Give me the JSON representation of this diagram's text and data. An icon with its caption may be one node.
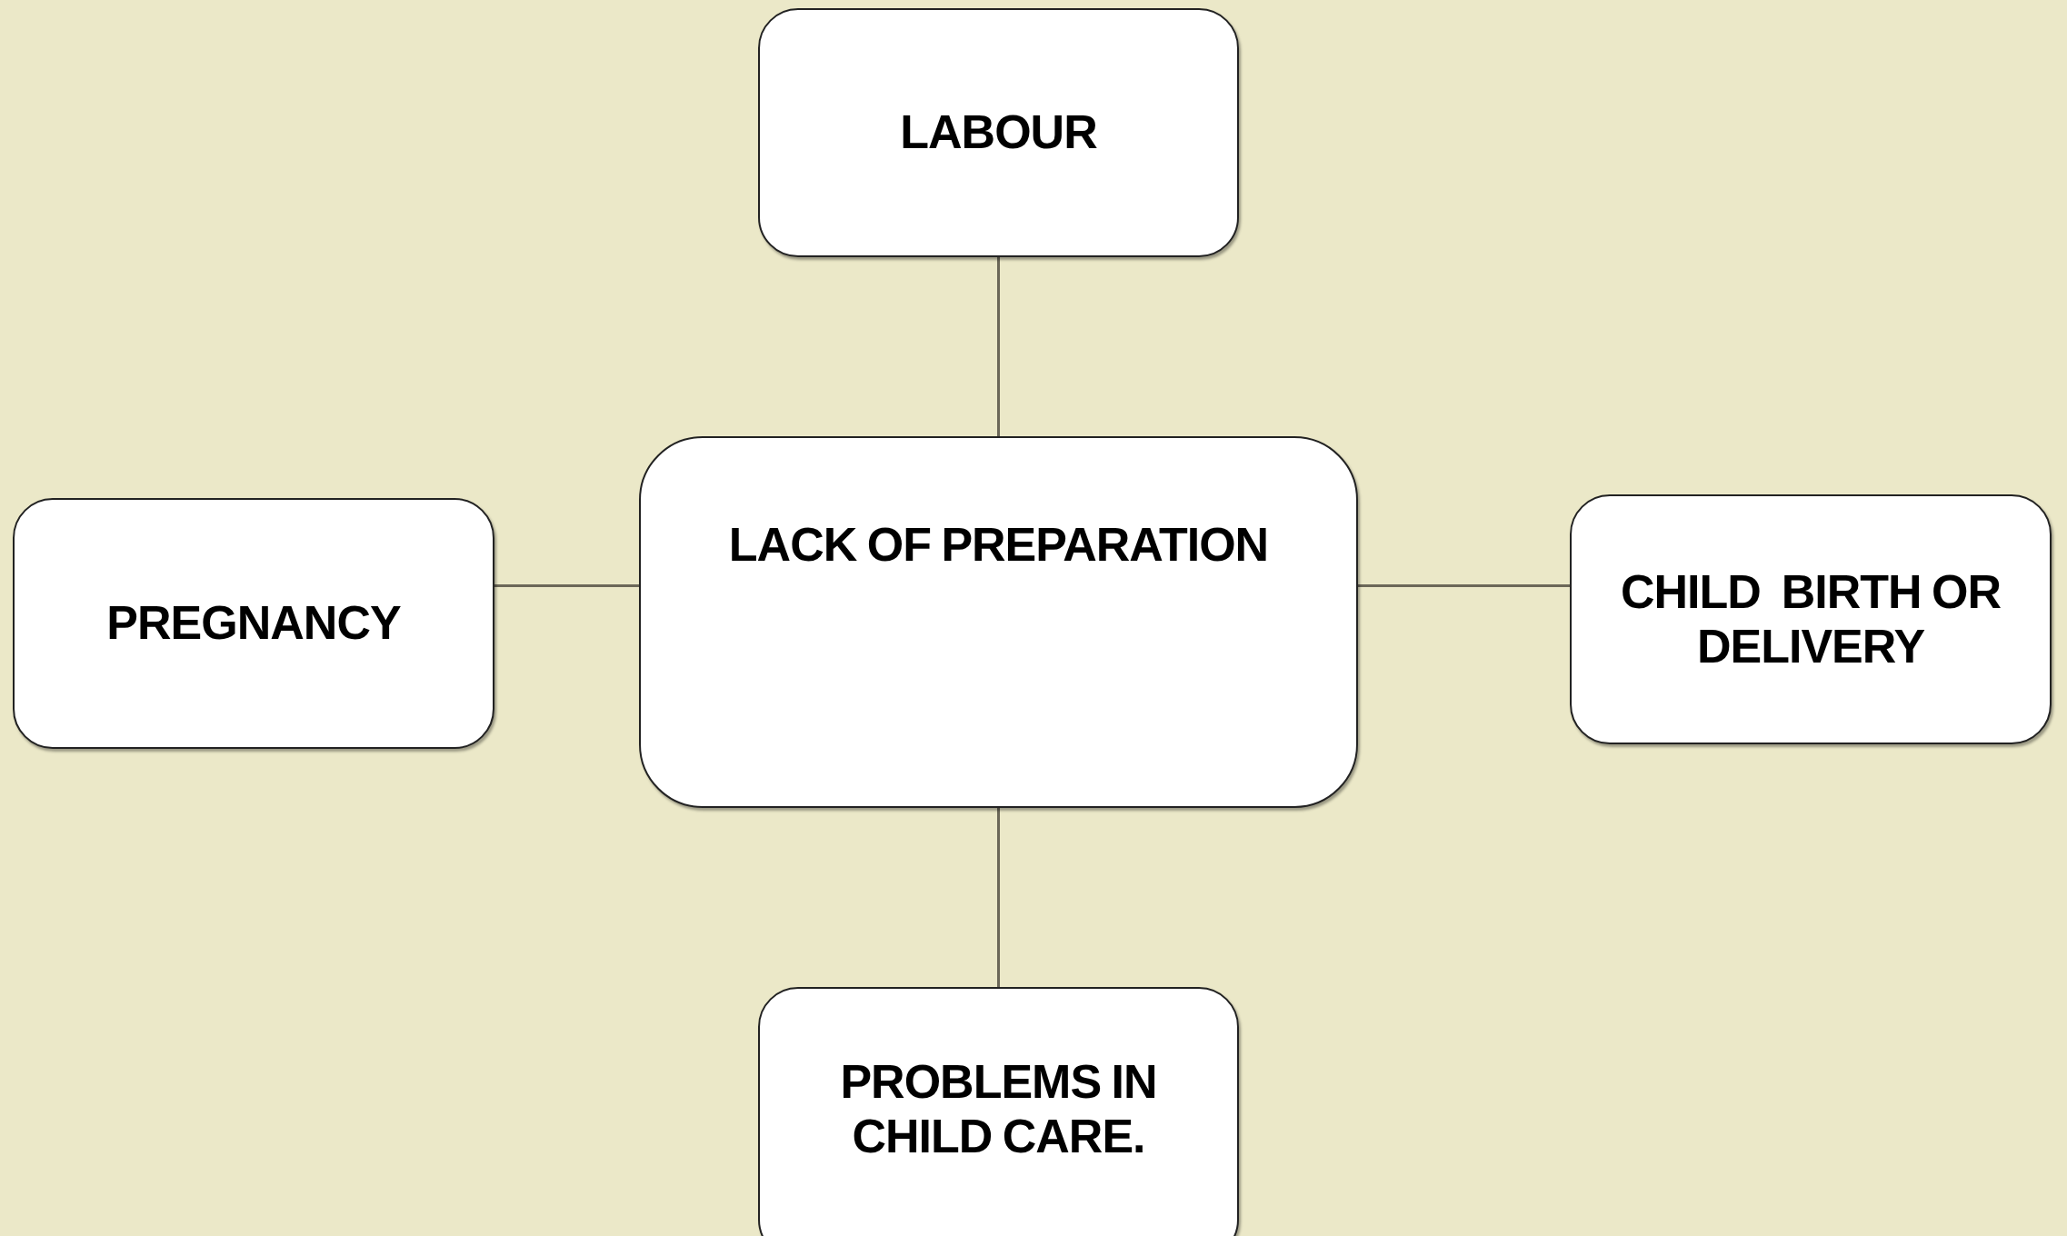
{
  "diagram": {
    "nodes": [
      {
        "text": [
          "LABOUR"
        ]
      },
      {
        "text": [
          "PREGNANCY"
        ]
      },
      {
        "text": [
          "LACK OF PREPARATION"
        ]
      },
      {
        "text": [
          "CHILD  BIRTH OR DELIVERY"
        ]
      },
      {
        "text": [
          "PROBLEMS IN CHILD CARE."
        ]
      }
    ],
    "edges": [
      {
        "from": 2,
        "to": 0,
        "arrow": "none"
      },
      {
        "from": 2,
        "to": 1,
        "arrow": "none"
      },
      {
        "from": 2,
        "to": 3,
        "arrow": "none"
      },
      {
        "from": 2,
        "to": 4,
        "arrow": "none"
      }
    ]
  }
}
